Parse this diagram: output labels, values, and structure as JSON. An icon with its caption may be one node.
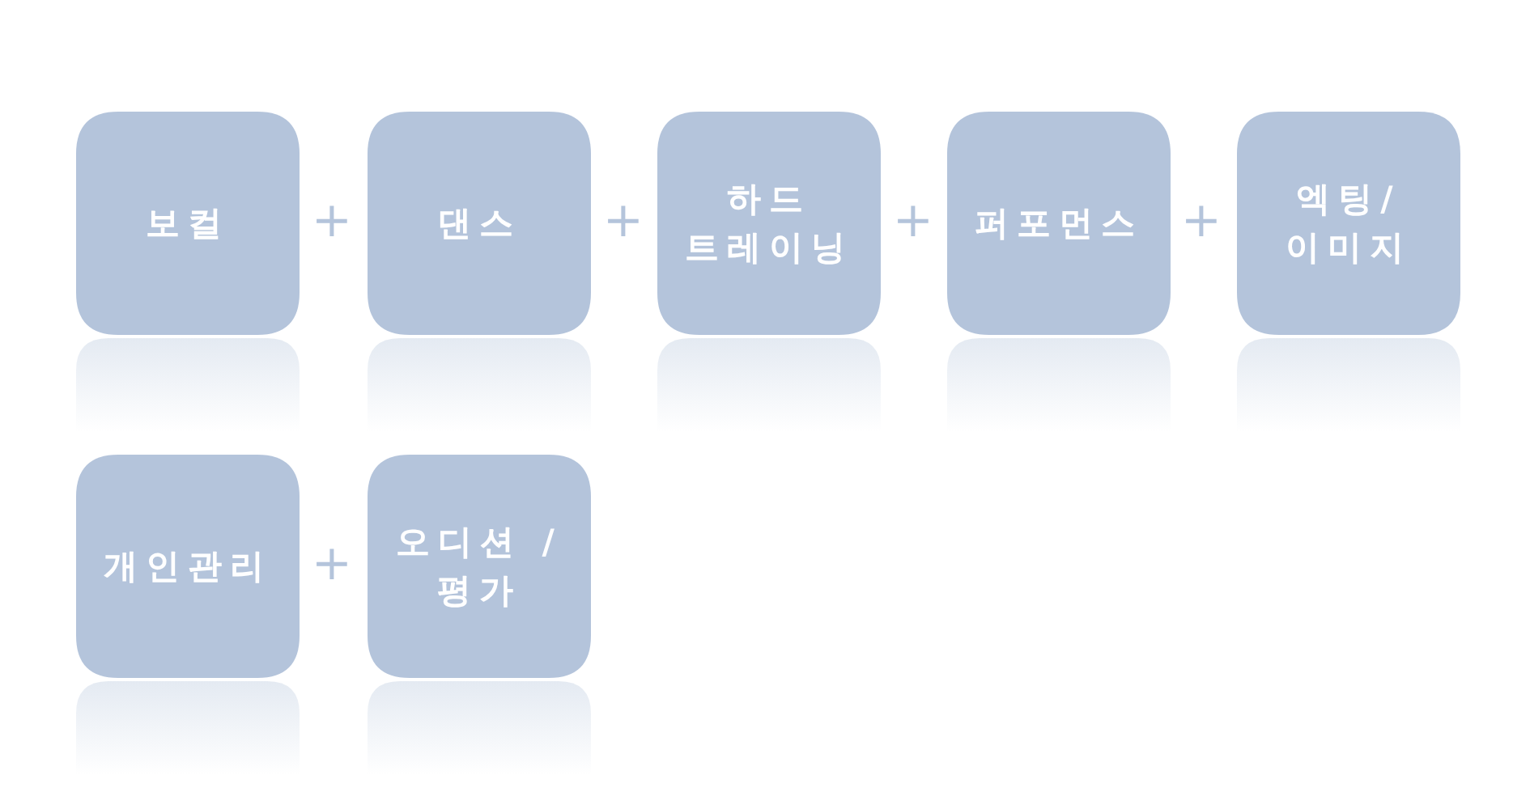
{
  "diagram": {
    "nodes": [
      {
        "text": [
          "보컬"
        ]
      },
      {
        "text": [
          "댄스"
        ]
      },
      {
        "text": [
          "하드 트레이닝"
        ]
      },
      {
        "text": [
          "퍼포먼스"
        ]
      },
      {
        "text": [
          "엑팅/ 이미지"
        ]
      },
      {
        "text": [
          "개인관리"
        ]
      },
      {
        "text": [
          "오디션 /평가"
        ]
      }
    ],
    "labels": [
      "+",
      "+",
      "+",
      "+",
      "+"
    ]
  }
}
